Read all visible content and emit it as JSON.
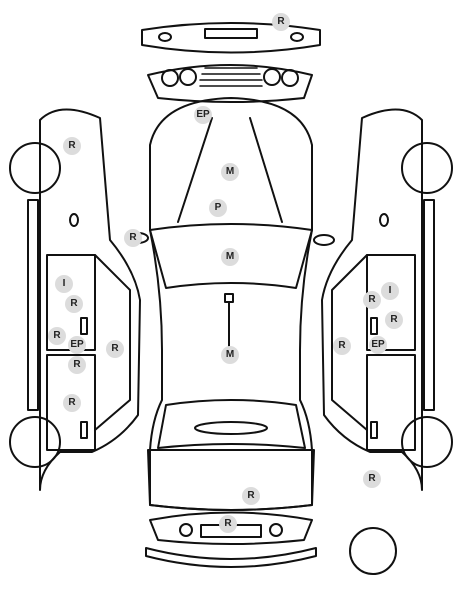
{
  "colors": {
    "stroke": "#111111",
    "marker_bg": "#dcdcdc",
    "marker_text": "#222222",
    "background": "#ffffff"
  },
  "markers": [
    {
      "id": "rear-bumper-top",
      "label": "R"
    },
    {
      "id": "hood-front",
      "label": "EP"
    },
    {
      "id": "hood-center",
      "label": "M"
    },
    {
      "id": "hood-lower",
      "label": "P"
    },
    {
      "id": "left-mirror",
      "label": "R"
    },
    {
      "id": "roof-front",
      "label": "M"
    },
    {
      "id": "roof-rear",
      "label": "M"
    },
    {
      "id": "left-front-fender",
      "label": "R"
    },
    {
      "id": "left-door-i",
      "label": "I"
    },
    {
      "id": "left-door-r1",
      "label": "R"
    },
    {
      "id": "left-door-r2",
      "label": "R"
    },
    {
      "id": "left-pillar-ep",
      "label": "EP"
    },
    {
      "id": "left-sill-r",
      "label": "R"
    },
    {
      "id": "left-rear-door-r1",
      "label": "R"
    },
    {
      "id": "left-rear-door-r2",
      "label": "R"
    },
    {
      "id": "right-door-r1",
      "label": "R"
    },
    {
      "id": "right-door-i",
      "label": "I"
    },
    {
      "id": "right-door-r2",
      "label": "R"
    },
    {
      "id": "right-sill-r",
      "label": "R"
    },
    {
      "id": "right-pillar-ep",
      "label": "EP"
    },
    {
      "id": "right-rear-fender",
      "label": "R"
    },
    {
      "id": "trunk",
      "label": "R"
    },
    {
      "id": "front-bumper",
      "label": "R"
    }
  ]
}
